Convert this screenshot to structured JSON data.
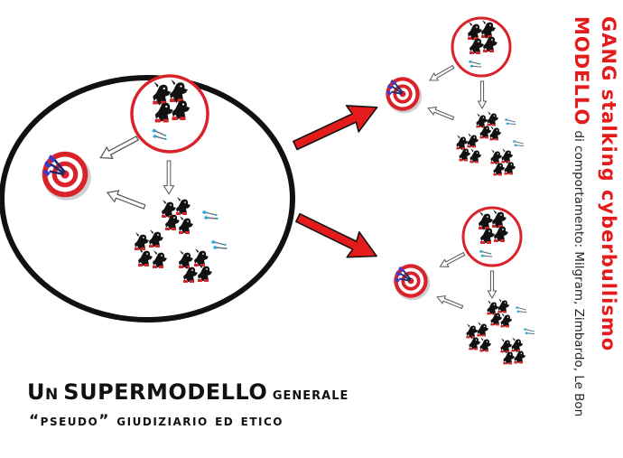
{
  "caption": {
    "line1_prefix": "Un",
    "line1_main": "SUPERMODELLO",
    "line1_suffix": "generale",
    "line2": "“pseudo” giudiziario ed etico"
  },
  "side_title": {
    "line1": "GANG stalking cyberbullismo",
    "line2_bold": "MODELLO",
    "line2_rest": "di comportamento: Milgram, Zimbardo, Le Bon"
  },
  "colors": {
    "accent_red": "#e41b1b",
    "circle_stroke": "#111111",
    "dart_blue": "#2aa8d8"
  },
  "icons": {
    "target": "bullseye-target-icon",
    "leaders": "group-leaders-icon",
    "followers": "group-followers-icon",
    "darts": "darts-icon",
    "arrow": "flow-arrow-icon"
  }
}
